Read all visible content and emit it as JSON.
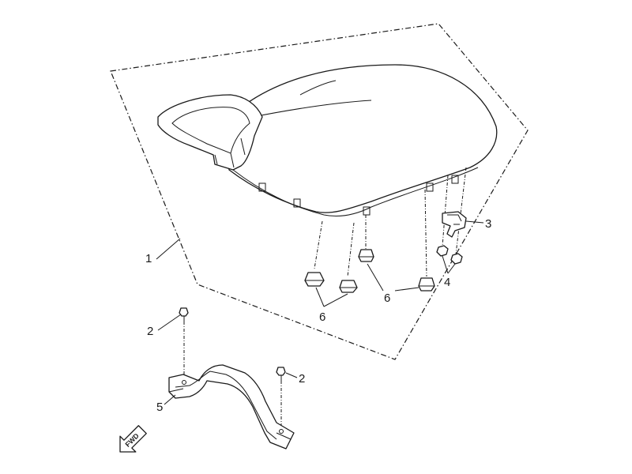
{
  "callouts": {
    "c1": "1",
    "c2a": "2",
    "c2b": "2",
    "c3": "3",
    "c4": "4",
    "c5": "5",
    "c6a": "6",
    "c6b": "6"
  },
  "fwd_arrow": {
    "label": "FWD",
    "icon": "forward-arrow-icon"
  },
  "colors": {
    "line": "#1a1a1a",
    "background": "#ffffff"
  }
}
